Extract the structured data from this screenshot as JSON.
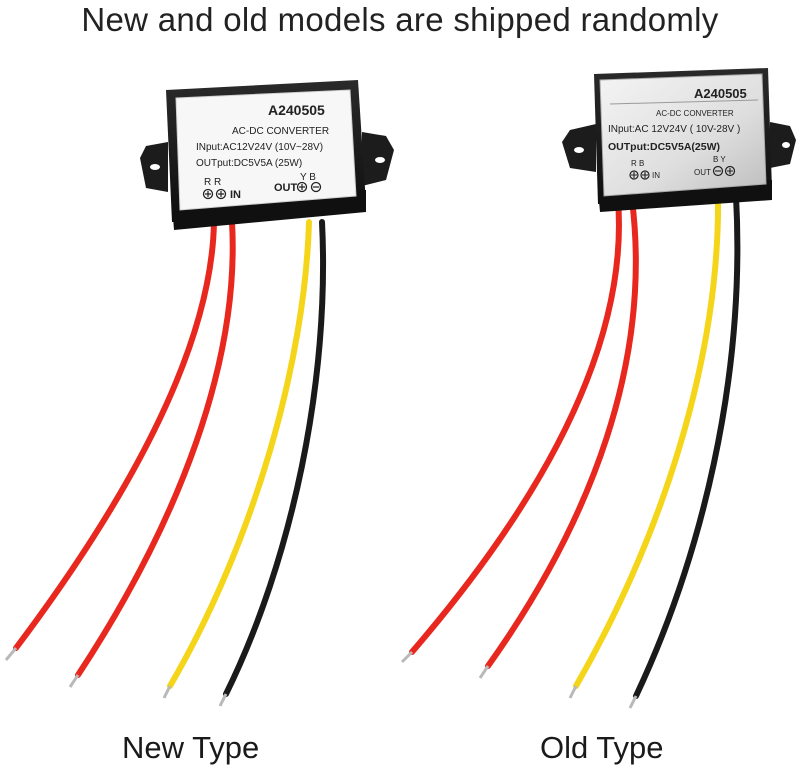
{
  "headline": "New and old models are shipped randomly",
  "new_type": {
    "caption": "New Type",
    "model": "A240505",
    "kind": "AC-DC  CONVERTER",
    "input": "INput:AC12V24V  (10V~28V)",
    "output": "OUTput:DC5V5A  (25W)",
    "in_letters": "R R",
    "in_label": "IN",
    "out_letters": "Y  B",
    "out_label": "OUT"
  },
  "old_type": {
    "caption": "Old Type",
    "model": "A240505",
    "kind": "AC-DC     CONVERTER",
    "input": "INput:AC 12V24V  ( 10V-28V )",
    "output": "OUTput:DC5V5A(25W)",
    "in_letters": "R B",
    "in_label": "IN",
    "out_letters": "B Y",
    "out_label": "OUT"
  },
  "colors": {
    "red_wire": "#e8281e",
    "yellow_wire": "#f5d51a",
    "black_wire": "#1a1a1a",
    "housing": "#1b1b1b"
  }
}
